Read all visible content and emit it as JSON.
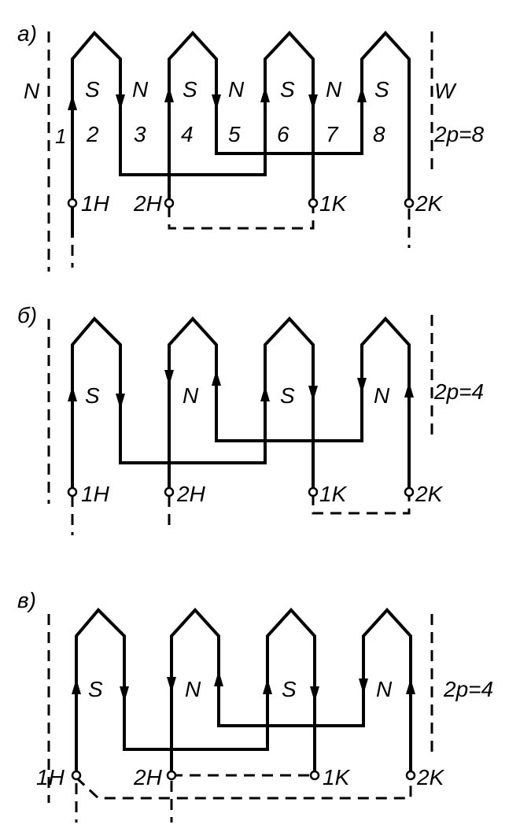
{
  "panel_a": {
    "label": "а)",
    "poles": [
      "N",
      "S",
      "N",
      "S",
      "N",
      "S",
      "N",
      "S",
      "W"
    ],
    "slots": [
      "1",
      "2",
      "3",
      "4",
      "5",
      "6",
      "7",
      "8"
    ],
    "pole_count": "2p=8",
    "terminals": [
      "1H",
      "2H",
      "1K",
      "2K"
    ]
  },
  "panel_b": {
    "label": "б)",
    "poles": [
      "S",
      "N",
      "S",
      "N"
    ],
    "pole_count": "2p=4",
    "terminals": [
      "1H",
      "2H",
      "1K",
      "2K"
    ]
  },
  "panel_v": {
    "label": "в)",
    "poles": [
      "S",
      "N",
      "S",
      "N"
    ],
    "pole_count": "2p=4",
    "terminals": [
      "1H",
      "2H",
      "1K",
      "2K"
    ]
  }
}
